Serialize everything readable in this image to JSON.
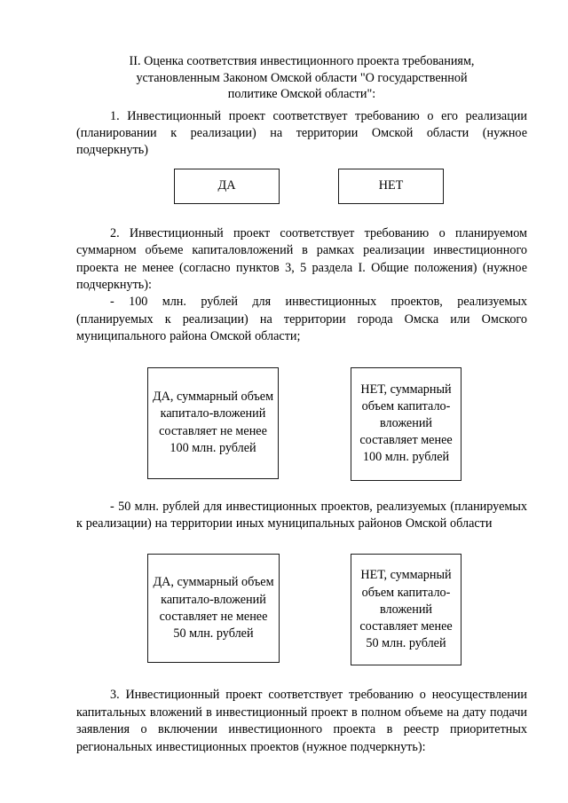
{
  "document": {
    "heading": {
      "line1": "II. Оценка соответствия инвестиционного проекта требованиям,",
      "line2": "установленным Законом Омской области \"О государственной",
      "line3": "политике Омской области\":"
    },
    "sections": [
      {
        "number": "1.",
        "text": "1. Инвестиционный проект соответствует требованию о его реализации (планировании к реализации) на территории Омской области (нужное подчеркнуть)",
        "boxes": {
          "yes": "ДА",
          "no": "НЕТ"
        }
      },
      {
        "number": "2.",
        "text": "2. Инвестиционный проект соответствует требованию о планируемом суммарном объеме капиталовложений в рамках реализации инвестиционного проекта не менее (согласно пунктов 3, 5 раздела I. Общие положения) (нужное подчеркнуть):",
        "bullet_100": "- 100 млн. рублей для инвестиционных проектов, реализуемых (планируемых к реализации) на территории города Омска или Омского муниципального района Омской области;",
        "boxes_100": {
          "yes": "ДА, суммарный объем капитало-вложений составляет не менее 100 млн. рублей",
          "no": "НЕТ, суммарный объем капитало-вложений составляет менее 100 млн. рублей"
        },
        "bullet_50": "- 50 млн. рублей для инвестиционных проектов, реализуемых (планируемых к реализации) на территории иных муниципальных районов Омской области",
        "boxes_50": {
          "yes": "ДА, суммарный объем капитало-вложений составляет не менее 50 млн. рублей",
          "no": "НЕТ, суммарный объем капитало-вложений составляет менее 50 млн. рублей"
        }
      },
      {
        "number": "3.",
        "text": "3. Инвестиционный проект соответствует требованию о неосуществлении капитальных вложений в инвестиционный проект в полном объеме на дату подачи заявления о включении инвестиционного проекта в реестр приоритетных региональных инвестиционных проектов (нужное подчеркнуть):"
      }
    ]
  }
}
